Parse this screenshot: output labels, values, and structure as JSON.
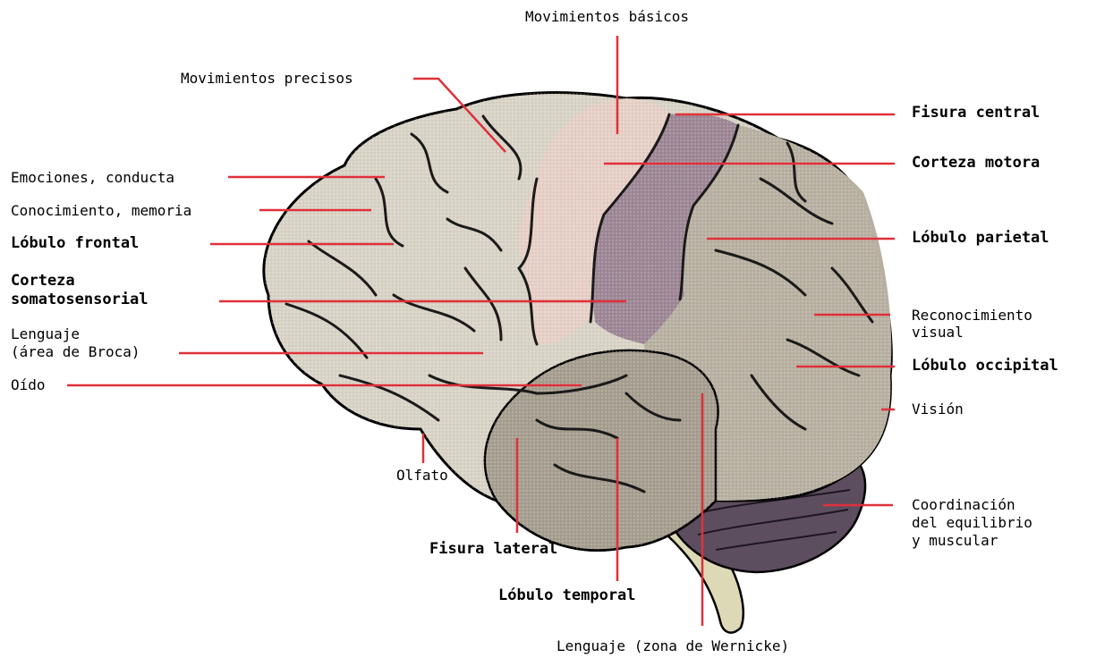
{
  "labels": {
    "mov_basicos": "Movimientos básicos",
    "mov_precisos": "Movimientos precisos",
    "emociones": "Emociones, conducta",
    "conocimiento": "Conocimiento, memoria",
    "lobulo_frontal": "Lóbulo frontal",
    "corteza_soma_1": "Corteza",
    "corteza_soma_2": "somatosensorial",
    "lenguaje_broca_1": "Lenguaje",
    "lenguaje_broca_2": "(área de Broca)",
    "oido": "Oído",
    "olfato": "Olfato",
    "fisura_lateral": "Fisura lateral",
    "lobulo_temporal": "Lóbulo temporal",
    "lenguaje_wernicke": "Lenguaje (zona de Wernicke)",
    "fisura_central": "Fisura central",
    "corteza_motora": "Corteza motora",
    "lobulo_parietal": "Lóbulo parietal",
    "reconocimiento_1": "Reconocimiento",
    "reconocimiento_2": "visual",
    "lobulo_occipital": "Lóbulo occipital",
    "vision": "Visión",
    "coordinacion_1": "Coordinación",
    "coordinacion_2": "del equilibrio",
    "coordinacion_3": "y muscular"
  },
  "colors": {
    "leader_line": "#e0303a",
    "frontal": "#d8d3c6",
    "motor_strip": "#e6cfc6",
    "somatosensory": "#9e8796",
    "parietal_occipital": "#b8b0a1",
    "temporal": "#a69e8f",
    "cerebellum": "#5d4e5f",
    "brainstem": "#ddd8b6",
    "sulcus": "#1a1a1a"
  }
}
